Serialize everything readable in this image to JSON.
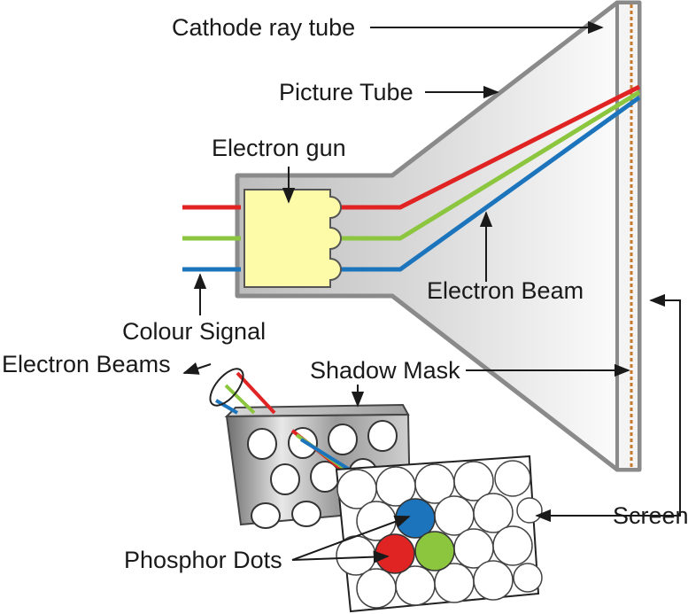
{
  "labels": {
    "cathode_ray_tube": "Cathode ray tube",
    "picture_tube": "Picture Tube",
    "electron_gun": "Electron gun",
    "electron_beam": "Electron Beam",
    "colour_signal": "Colour Signal",
    "electron_beams": "Electron Beams",
    "shadow_mask": "Shadow Mask",
    "screen": "Screen",
    "phosphor_dots": "Phosphor Dots"
  },
  "colors": {
    "red": "#e02424",
    "green": "#8cc63f",
    "blue": "#1c75bc",
    "gun_fill": "#fdfba8",
    "tube_edge": "#8a8a8a",
    "screen_dots": "#c8782a"
  }
}
